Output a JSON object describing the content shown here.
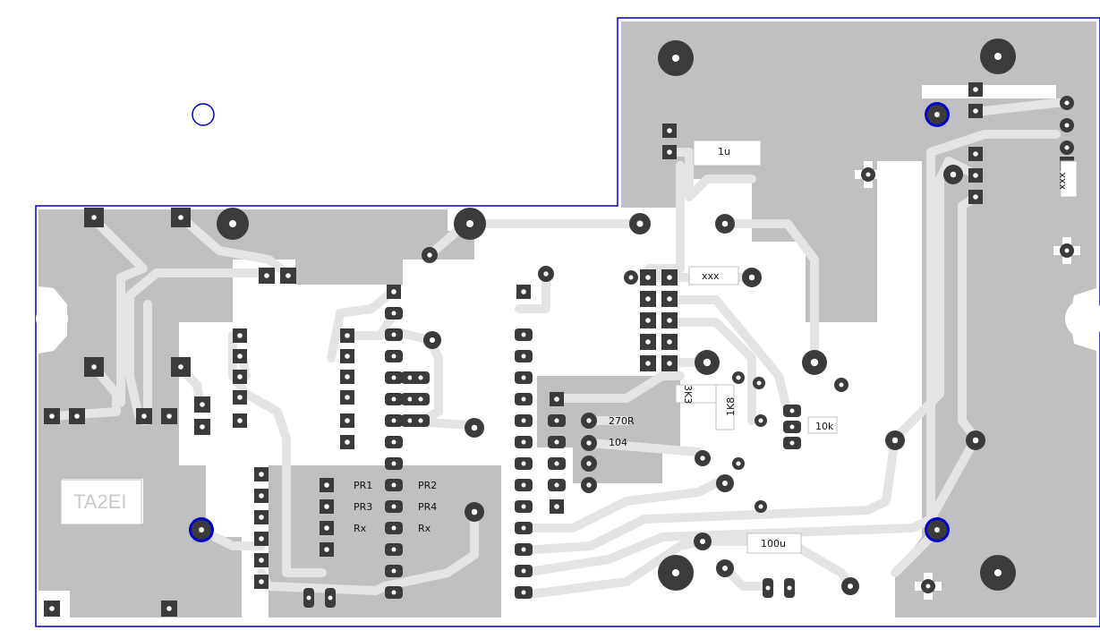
{
  "board": {
    "brand_text": "TA2EI",
    "colors": {
      "copper": "#c0c0c0",
      "trace": "#e4e4e4",
      "pad": "#3b3b3b",
      "hole": "#ffffff",
      "outline": "#0000cc",
      "background": "#ffffff"
    }
  },
  "components": {
    "c_1u": "1u",
    "r_xxx_mid": "xxx",
    "r_xxx_right": "xxx",
    "r_3k3": "3K3",
    "r_1k8": "1K8",
    "r_10k": "10k",
    "c_100u": "100u",
    "r_270r": "270R",
    "c_104": "104",
    "pr1": "PR1",
    "pr2": "PR2",
    "pr3": "PR3",
    "pr4": "PR4",
    "rx_left": "Rx",
    "rx_right": "Rx"
  }
}
